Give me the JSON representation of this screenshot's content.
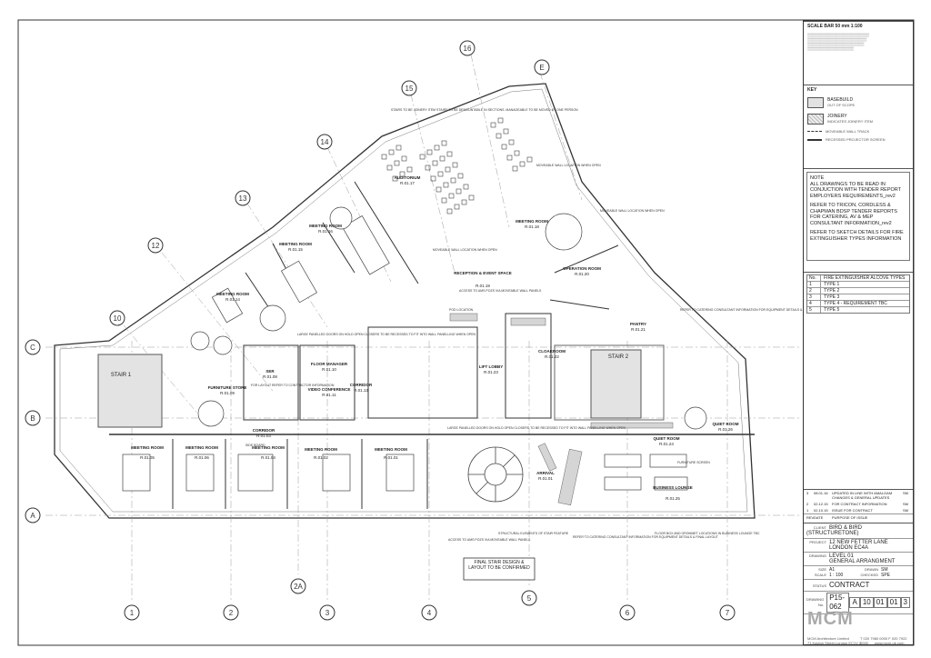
{
  "scale_bar": "SCALE BAR 50 mm 1:100",
  "key": {
    "title": "KEY",
    "items": [
      {
        "label": "BASEBUILD",
        "sub": "OUT OF SCOPE"
      },
      {
        "label": "JOINERY",
        "sub": "INDICATES JOINERY ITEM"
      },
      {
        "label": "MOVEABLE WALL TRACK"
      },
      {
        "label": "RECESSED PROJECTOR SCREEN"
      }
    ]
  },
  "notes": {
    "title": "NOTE",
    "lines": [
      "ALL DRAWINGS TO BE READ IN CONJUCTION WITH TENDER REPORT EMPLOYERS REQUIREMENTS_rev2",
      "REFER TO TRICON, CORDLESS & CHAPMAN BDSP TENDER REPORTS FOR CATERING, AV & MEP CONSULTANT INFORMATION_rev2",
      "REFER TO SKETCH DETAILS FOR FIRE EXTINGUISHER TYPES INFORMATION"
    ]
  },
  "fire_table": {
    "head_no": "No.",
    "head_type": "FIRE EXTINGUISHER ALCOVE TYPES",
    "rows": [
      {
        "no": "1",
        "type": "TYPE 1"
      },
      {
        "no": "2",
        "type": "TYPE 2"
      },
      {
        "no": "3",
        "type": "TYPE 3"
      },
      {
        "no": "4",
        "type": "TYPE 4 - REQUIREMENT TBC"
      },
      {
        "no": "5",
        "type": "TYPE 5"
      }
    ]
  },
  "revisions": {
    "rows": [
      {
        "rev": "3",
        "date": "08.01.16",
        "desc": "UPDATED IN LINE WITH AMALGAM CHANGES & GENERAL UPDATES",
        "by": "SM"
      },
      {
        "rev": "2",
        "date": "02.12.15",
        "desc": "FOR CONTRACT INFORMATION",
        "by": "SM"
      },
      {
        "rev": "1",
        "date": "02.10.15",
        "desc": "ISSUE FOR CONTRACT",
        "by": "SM"
      }
    ],
    "head_rev": "REV",
    "head_date": "DATE",
    "head_desc": "PURPOSE OF ISSUE"
  },
  "title_block": {
    "client_label": "CLIENT",
    "client": "BIRD & BIRD (STRUCTURETONE)",
    "project_label": "PROJECT",
    "project_line1": "12 NEW FETTER LANE",
    "project_line2": "LONDON EC4A",
    "drawing_label": "DRAWING",
    "drawing_line1": "LEVEL 01",
    "drawing_line2": "GENERAL ARRANGMENT",
    "size_label": "SIZE",
    "size": "A1",
    "scale_label": "SCALE",
    "scale": "1 : 100",
    "drawn_label": "DRAWN",
    "drawn": "SM",
    "checked_label": "CHECKED",
    "checked": "SPE",
    "status_label": "STATUS",
    "status": "CONTRACT",
    "drawing_no_label": "DRAWING No.",
    "drawing_no": [
      "P15-062",
      "A",
      "10",
      "01",
      "01",
      "3"
    ],
    "logo": "MCM",
    "company": "MCM Architecture Limited",
    "address": "71 Kayton Street London EC1V 2",
    "phone": "T 020 7980 0000 F 020 7922 0000",
    "web": "www.mcm-uk.com"
  },
  "grid": {
    "columns": [
      "1",
      "2",
      "2A",
      "3",
      "4",
      "5",
      "6",
      "7"
    ],
    "rows": [
      "A",
      "B",
      "C"
    ],
    "diagonal": [
      "10",
      "12",
      "13",
      "14",
      "15",
      "16",
      "E"
    ]
  },
  "rooms": [
    {
      "name": "AUDITORIUM",
      "ref": "R.01.17"
    },
    {
      "name": "MEETING ROOM",
      "ref": "R.01.16"
    },
    {
      "name": "MEETING ROOM",
      "ref": "R.01.15"
    },
    {
      "name": "MEETING ROOM",
      "ref": "R.01.14"
    },
    {
      "name": "MEETING ROOM",
      "ref": "R.01.18"
    },
    {
      "name": "OPERATION ROOM",
      "ref": "R.01.20"
    },
    {
      "name": "PANTRY",
      "ref": "R.01.21"
    },
    {
      "name": "RECEPTION & EVENT SPACE",
      "ref": "R.01.19"
    },
    {
      "name": "LIFT LOBBY",
      "ref": "R.01.23"
    },
    {
      "name": "CLOAKROOM",
      "ref": "R.01.22"
    },
    {
      "name": "SER",
      "ref": "R.01.08"
    },
    {
      "name": "FLOOR MANAGER",
      "ref": "R.01.10"
    },
    {
      "name": "VIDEO CONFERENCE",
      "ref": "R.01.11"
    },
    {
      "name": "FURNITURE STORE",
      "ref": "R.01.09"
    },
    {
      "name": "CORRIDOR",
      "ref": "R.01.13"
    },
    {
      "name": "CORRIDOR",
      "ref": "R.01.03"
    },
    {
      "name": "MEETING ROOM",
      "ref": "R.01.05"
    },
    {
      "name": "MEETING ROOM",
      "ref": "R.01.06"
    },
    {
      "name": "MEETING ROOM",
      "ref": "R.01.04"
    },
    {
      "name": "MEETING ROOM",
      "ref": "R.01.02"
    },
    {
      "name": "MEETING ROOM",
      "ref": "R.01.01"
    },
    {
      "name": "ARRIVAL",
      "ref": "R.01.01"
    },
    {
      "name": "BUSINESS LOUNGE",
      "ref": "R.01.25"
    },
    {
      "name": "QUIET ROOM",
      "ref": "R.01.24"
    },
    {
      "name": "QUIET ROOM",
      "ref": "R.01.26"
    },
    {
      "name": "STAIR 1"
    },
    {
      "name": "STAIR 2"
    }
  ],
  "annotations": [
    "STAIRS TO BE JOINERY ITEM STAIRS TO BE DEMOUNTABLE IN SECTIONS. MANAGEABLE TO BE MOVED BY ONE PERSON",
    "MOVEABLE WALL LOCATION WHEN OPEN",
    "MOVEABLE WALL LOCATION WHEN OPEN",
    "MOVEABLE WALL LOCATION WHEN OPEN",
    "ACCESS TO AMS POZS VIA MOVEABLE WALL PANELS",
    "REFER TO CATERING CONSULTANT INFORMATION FOR EQUIPMENT DETAILS & FINAL LAYOUT",
    "LARGE PANELLED DOORS ON HOLD OPEN CLOSERS TO BE RECESSED TO FIT INTO WALL PANELLING WHEN OPEN",
    "LARGE PANELLED DOORS ON HOLD OPEN CLOSERS TO BE RECESSED TO FIT INTO WALL PANELLING WHEN OPEN",
    "ACCESS TO AMS POZS VIA MOVEABLE WALL PANELS",
    "STRUCTURAL ELEMENTS OF STAIR FEATURE",
    "REFER TO CATERING CONSULTANT INFORMATION FOR EQUIPMENT DETAILS & FINAL LAYOUT",
    "FLOOR BOX AND GROMMET LOCATIONS IN BUSINESS LOUNGE TBC",
    "FOR LAYOUT REFER TO CONTRACTOR INFORMATION",
    "FURNITURE SCREEN",
    "FINAL STAIR DESIGN & LAYOUT TO BE CONFIRMED",
    "POD LOCATION",
    "SIDE BOARD"
  ]
}
